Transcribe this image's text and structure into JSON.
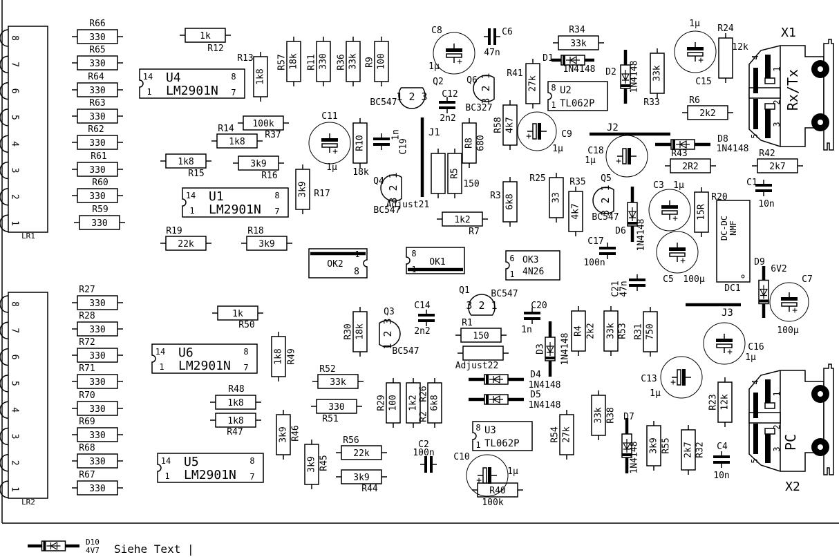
{
  "colors": {
    "ink": "#000000",
    "background": "#ffffff"
  },
  "footnote": {
    "ref": "D10",
    "value": "4V7",
    "text": "Siehe Text |"
  },
  "resistors": [
    {
      "ref": "R66",
      "value": "330"
    },
    {
      "ref": "R65",
      "value": "330"
    },
    {
      "ref": "R64",
      "value": "330"
    },
    {
      "ref": "R63",
      "value": "330"
    },
    {
      "ref": "R62",
      "value": "330"
    },
    {
      "ref": "R61",
      "value": "330"
    },
    {
      "ref": "R60",
      "value": "330"
    },
    {
      "ref": "R59",
      "value": "330"
    },
    {
      "ref": "R27",
      "value": "330"
    },
    {
      "ref": "R28",
      "value": "330"
    },
    {
      "ref": "R72",
      "value": "330"
    },
    {
      "ref": "R71",
      "value": "330"
    },
    {
      "ref": "R70",
      "value": "330"
    },
    {
      "ref": "R69",
      "value": "330"
    },
    {
      "ref": "R68",
      "value": "330"
    },
    {
      "ref": "R67",
      "value": "330"
    },
    {
      "ref": "R12",
      "value": "1k"
    },
    {
      "ref": "R13",
      "value": "1k8"
    },
    {
      "ref": "R57",
      "value": "18k"
    },
    {
      "ref": "R11",
      "value": "330"
    },
    {
      "ref": "R36",
      "value": "33k"
    },
    {
      "ref": "R9",
      "value": "100"
    },
    {
      "ref": "R37",
      "value": "100k"
    },
    {
      "ref": "R14",
      "value": "1k8"
    },
    {
      "ref": "R15",
      "value": "1k8"
    },
    {
      "ref": "R16",
      "value": "3k9"
    },
    {
      "ref": "R17",
      "value": "3k9"
    },
    {
      "ref": "R10",
      "value": "18k"
    },
    {
      "ref": "R19",
      "value": "22k"
    },
    {
      "ref": "R18",
      "value": "3k9"
    },
    {
      "ref": "R8",
      "value": "680"
    },
    {
      "ref": "R5",
      "value": "150"
    },
    {
      "ref": "R58",
      "value": "4k7"
    },
    {
      "ref": "R41",
      "value": "27k"
    },
    {
      "ref": "R34",
      "value": "33k"
    },
    {
      "ref": "R33",
      "value": "33k"
    },
    {
      "ref": "R24",
      "value": "12k"
    },
    {
      "ref": "R6",
      "value": "2k2"
    },
    {
      "ref": "R43",
      "value": "2R2"
    },
    {
      "ref": "R42",
      "value": "2k7"
    },
    {
      "ref": "R3",
      "value": "6k8"
    },
    {
      "ref": "R25",
      "value": "33"
    },
    {
      "ref": "R35",
      "value": "4k7"
    },
    {
      "ref": "R20",
      "value": "15R"
    },
    {
      "ref": "R7",
      "value": "1k2"
    },
    {
      "ref": "R50",
      "value": "1k"
    },
    {
      "ref": "R49",
      "value": "1k8"
    },
    {
      "ref": "R48",
      "value": "1k8"
    },
    {
      "ref": "R47",
      "value": "1k8"
    },
    {
      "ref": "R46",
      "value": "3k9"
    },
    {
      "ref": "R45",
      "value": "3k9"
    },
    {
      "ref": "R52",
      "value": "33k"
    },
    {
      "ref": "R51",
      "value": "330"
    },
    {
      "ref": "R56",
      "value": "22k"
    },
    {
      "ref": "R44",
      "value": "3k9"
    },
    {
      "ref": "R30",
      "value": "18k"
    },
    {
      "ref": "R29",
      "value": "100"
    },
    {
      "ref": "R2",
      "value": "1k2"
    },
    {
      "ref": "R26",
      "value": "6k8"
    },
    {
      "ref": "R1",
      "value": "150"
    },
    {
      "ref": "R40",
      "value": "100k"
    },
    {
      "ref": "R4",
      "value": "2k2"
    },
    {
      "ref": "R53",
      "value": "33k"
    },
    {
      "ref": "R31",
      "value": "750"
    },
    {
      "ref": "R38",
      "value": "33k"
    },
    {
      "ref": "R54",
      "value": "27k"
    },
    {
      "ref": "R55",
      "value": "3k9"
    },
    {
      "ref": "R32",
      "value": "2k7"
    },
    {
      "ref": "R23",
      "value": "12k"
    }
  ],
  "trimmers": [
    {
      "label": "Adjust21"
    },
    {
      "label": "Adjust22"
    }
  ],
  "capacitors": [
    {
      "ref": "C6",
      "value": "47n"
    },
    {
      "ref": "C12",
      "value": "2n2"
    },
    {
      "ref": "C19",
      "value": "1n"
    },
    {
      "ref": "C14",
      "value": "2n2"
    },
    {
      "ref": "C20",
      "value": "1n"
    },
    {
      "ref": "C17",
      "value": "100n"
    },
    {
      "ref": "C21",
      "value": "47n"
    },
    {
      "ref": "C1",
      "value": "10n"
    },
    {
      "ref": "C2",
      "value": "100n"
    },
    {
      "ref": "C4",
      "value": "10n"
    }
  ],
  "electrolytics": [
    {
      "ref": "C8",
      "value": "1µ"
    },
    {
      "ref": "C11",
      "value": "1µ"
    },
    {
      "ref": "C9",
      "value": "1µ"
    },
    {
      "ref": "C15",
      "value": "1µ"
    },
    {
      "ref": "C18",
      "value": "1µ"
    },
    {
      "ref": "C3",
      "value": "1µ"
    },
    {
      "ref": "C5",
      "value": "100µ"
    },
    {
      "ref": "C7",
      "value": "100µ"
    },
    {
      "ref": "C16",
      "value": "1µ"
    },
    {
      "ref": "C13",
      "value": "1µ"
    },
    {
      "ref": "C10",
      "value": "1µ"
    }
  ],
  "diodes": [
    {
      "ref": "D1",
      "value": "1N4148"
    },
    {
      "ref": "D2",
      "value": "1N4148"
    },
    {
      "ref": "D8",
      "value": "1N4148"
    },
    {
      "ref": "D6",
      "value": "1N4148"
    },
    {
      "ref": "D9",
      "value": "6V2"
    },
    {
      "ref": "D3",
      "value": "1N4148"
    },
    {
      "ref": "D4",
      "value": "1N4148"
    },
    {
      "ref": "D5",
      "value": "1N4148"
    },
    {
      "ref": "D7",
      "value": "1N4148"
    }
  ],
  "transistors": [
    {
      "ref": "Q2",
      "type": "BC547",
      "pins": "1 2 3"
    },
    {
      "ref": "Q6",
      "type": "BC327",
      "pins": "3 2 1"
    },
    {
      "ref": "Q4",
      "type": "BC547",
      "pins": "3 2 1"
    },
    {
      "ref": "Q5",
      "type": "BC547",
      "pins": "3 2 1"
    },
    {
      "ref": "Q1",
      "type": "BC547",
      "pins": "3 2 1"
    },
    {
      "ref": "Q3",
      "type": "BC547",
      "pins": "1 2 3"
    }
  ],
  "ics": [
    {
      "ref": "U4",
      "part": "LM2901N",
      "pins": [
        "14",
        "1",
        "8",
        "7"
      ]
    },
    {
      "ref": "U1",
      "part": "LM2901N",
      "pins": [
        "14",
        "1",
        "8",
        "7"
      ]
    },
    {
      "ref": "U6",
      "part": "LM2901N",
      "pins": [
        "14",
        "1",
        "8",
        "7"
      ]
    },
    {
      "ref": "U5",
      "part": "LM2901N",
      "pins": [
        "14",
        "1",
        "8",
        "7"
      ]
    },
    {
      "ref": "U2",
      "part": "TL062P",
      "pins": [
        "8",
        "1"
      ]
    },
    {
      "ref": "U3",
      "part": "TL062P",
      "pins": [
        "8",
        "1"
      ]
    }
  ],
  "optocouplers": [
    {
      "ref": "OK2",
      "part": "",
      "pins": [
        "1",
        "8"
      ]
    },
    {
      "ref": "OK1",
      "part": "",
      "pins": [
        "8",
        "1"
      ]
    },
    {
      "ref": "OK3",
      "part": "4N26",
      "pins": [
        "6",
        "1"
      ]
    }
  ],
  "dcdc": {
    "ref": "DC1",
    "label1": "DC-DC",
    "label2": "NMF"
  },
  "jumpers": [
    {
      "ref": "J1"
    },
    {
      "ref": "J2"
    },
    {
      "ref": "J3"
    }
  ],
  "connectors": [
    {
      "ref": "LR1",
      "pins": [
        "8",
        "7",
        "6",
        "5",
        "4",
        "3",
        "2",
        "1"
      ]
    },
    {
      "ref": "LR2",
      "pins": [
        "8",
        "7",
        "6",
        "5",
        "4",
        "3",
        "2",
        "1"
      ]
    }
  ],
  "subd": [
    {
      "ref": "X1",
      "label": "Rx/Tx",
      "pins": [
        "4",
        "1",
        "2",
        "3",
        "5"
      ]
    },
    {
      "ref": "X2",
      "label": "PC",
      "pins": [
        "4",
        "1",
        "2",
        "3",
        "5"
      ]
    }
  ]
}
